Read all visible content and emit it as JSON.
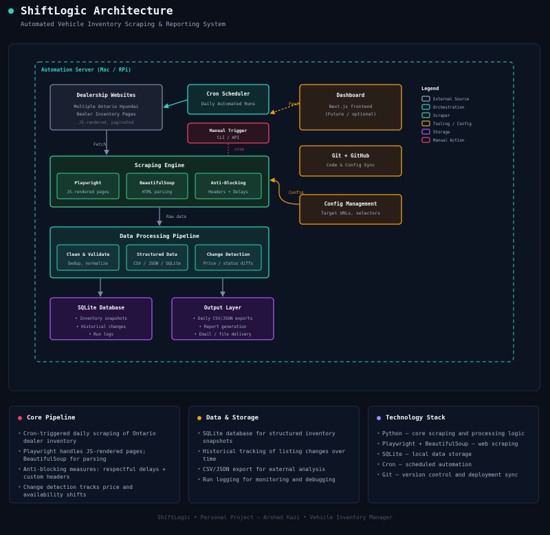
{
  "header": {
    "title": "ShiftLogic Architecture",
    "subtitle": "Automated Vehicle Inventory Scraping & Reporting System"
  },
  "diagram": {
    "server_label": "Automation Server (Mac / RPi)",
    "nodes": {
      "dealership": {
        "title": "Dealership Websites",
        "lines": [
          "Multiple Ontario Hyundai",
          "Dealer Inventory Pages"
        ],
        "note": "JS-rendered, paginated"
      },
      "cron": {
        "title": "Cron Scheduler",
        "lines": [
          "Daily Automated Runs"
        ]
      },
      "dashboard": {
        "title": "Dashboard",
        "lines": [
          "Next.js frontend",
          "(Future / optional)"
        ]
      },
      "manual": {
        "title": "Manual Trigger",
        "lines": [
          "CLI / API"
        ]
      },
      "git": {
        "title": "Git + GitHub",
        "lines": [
          "Code & Config Sync"
        ]
      },
      "config": {
        "title": "Config Management",
        "lines": [
          "Target URLs, selectors"
        ]
      },
      "engine": {
        "title": "Scraping Engine",
        "subs": [
          {
            "title": "Playwright",
            "sub": "JS-rendered pages"
          },
          {
            "title": "BeautifulSoup",
            "sub": "HTML parsing"
          },
          {
            "title": "Anti-Blocking",
            "sub": "Headers + Delays"
          }
        ]
      },
      "pipeline": {
        "title": "Data Processing Pipeline",
        "subs": [
          {
            "title": "Clean & Validate",
            "sub": "Dedup, normalize"
          },
          {
            "title": "Structured Data",
            "sub": "CSV / JSON / SQLite"
          },
          {
            "title": "Change Detection",
            "sub": "Price / status diffs"
          }
        ]
      },
      "sqlite": {
        "title": "SQLite Database",
        "lines": [
          "• Inventory snapshots",
          "• Historical changes",
          "• Run logs"
        ]
      },
      "output": {
        "title": "Output Layer",
        "lines": [
          "• Daily CSV/JSON exports",
          "• Report generation",
          "• Email / file delivery"
        ]
      }
    },
    "edges": {
      "fetch": "Fetch",
      "feed": "Feed",
      "cron": "cron",
      "raw": "Raw data",
      "config": "Config"
    },
    "legend": {
      "title": "Legend",
      "items": [
        {
          "label": "External Source",
          "color": "#94a3b8"
        },
        {
          "label": "Orchestration",
          "color": "#2dd4bf"
        },
        {
          "label": "Scraper",
          "color": "#34d399"
        },
        {
          "label": "Tooling / Config",
          "color": "#f59e0b"
        },
        {
          "label": "Storage",
          "color": "#a855f7"
        },
        {
          "label": "Manual Action",
          "color": "#f43f5e"
        }
      ]
    }
  },
  "cards": [
    {
      "title": "Core Pipeline",
      "color": "#f43f5e",
      "items": [
        "Cron-triggered daily scraping of Ontario dealer inventory",
        "Playwright handles JS-rendered pages; BeautifulSoup for parsing",
        "Anti-blocking measures: respectful delays + custom headers",
        "Change detection tracks price and availability shifts"
      ]
    },
    {
      "title": "Data & Storage",
      "color": "#f59e0b",
      "items": [
        "SQLite database for structured inventory snapshots",
        "Historical tracking of listing changes over time",
        "CSV/JSON export for external analysis",
        "Run logging for monitoring and debugging"
      ]
    },
    {
      "title": "Technology Stack",
      "color": "#a78bfa",
      "items": [
        "Python — core scraping and processing logic",
        "Playwright + BeautifulSoup — web scraping",
        "SQLite — local data storage",
        "Cron — scheduled automation",
        "Git — version control and deployment sync"
      ]
    }
  ],
  "footer": "ShiftLogic • Personal Project — Arshad Kazi • Vehicle Inventory Manager"
}
